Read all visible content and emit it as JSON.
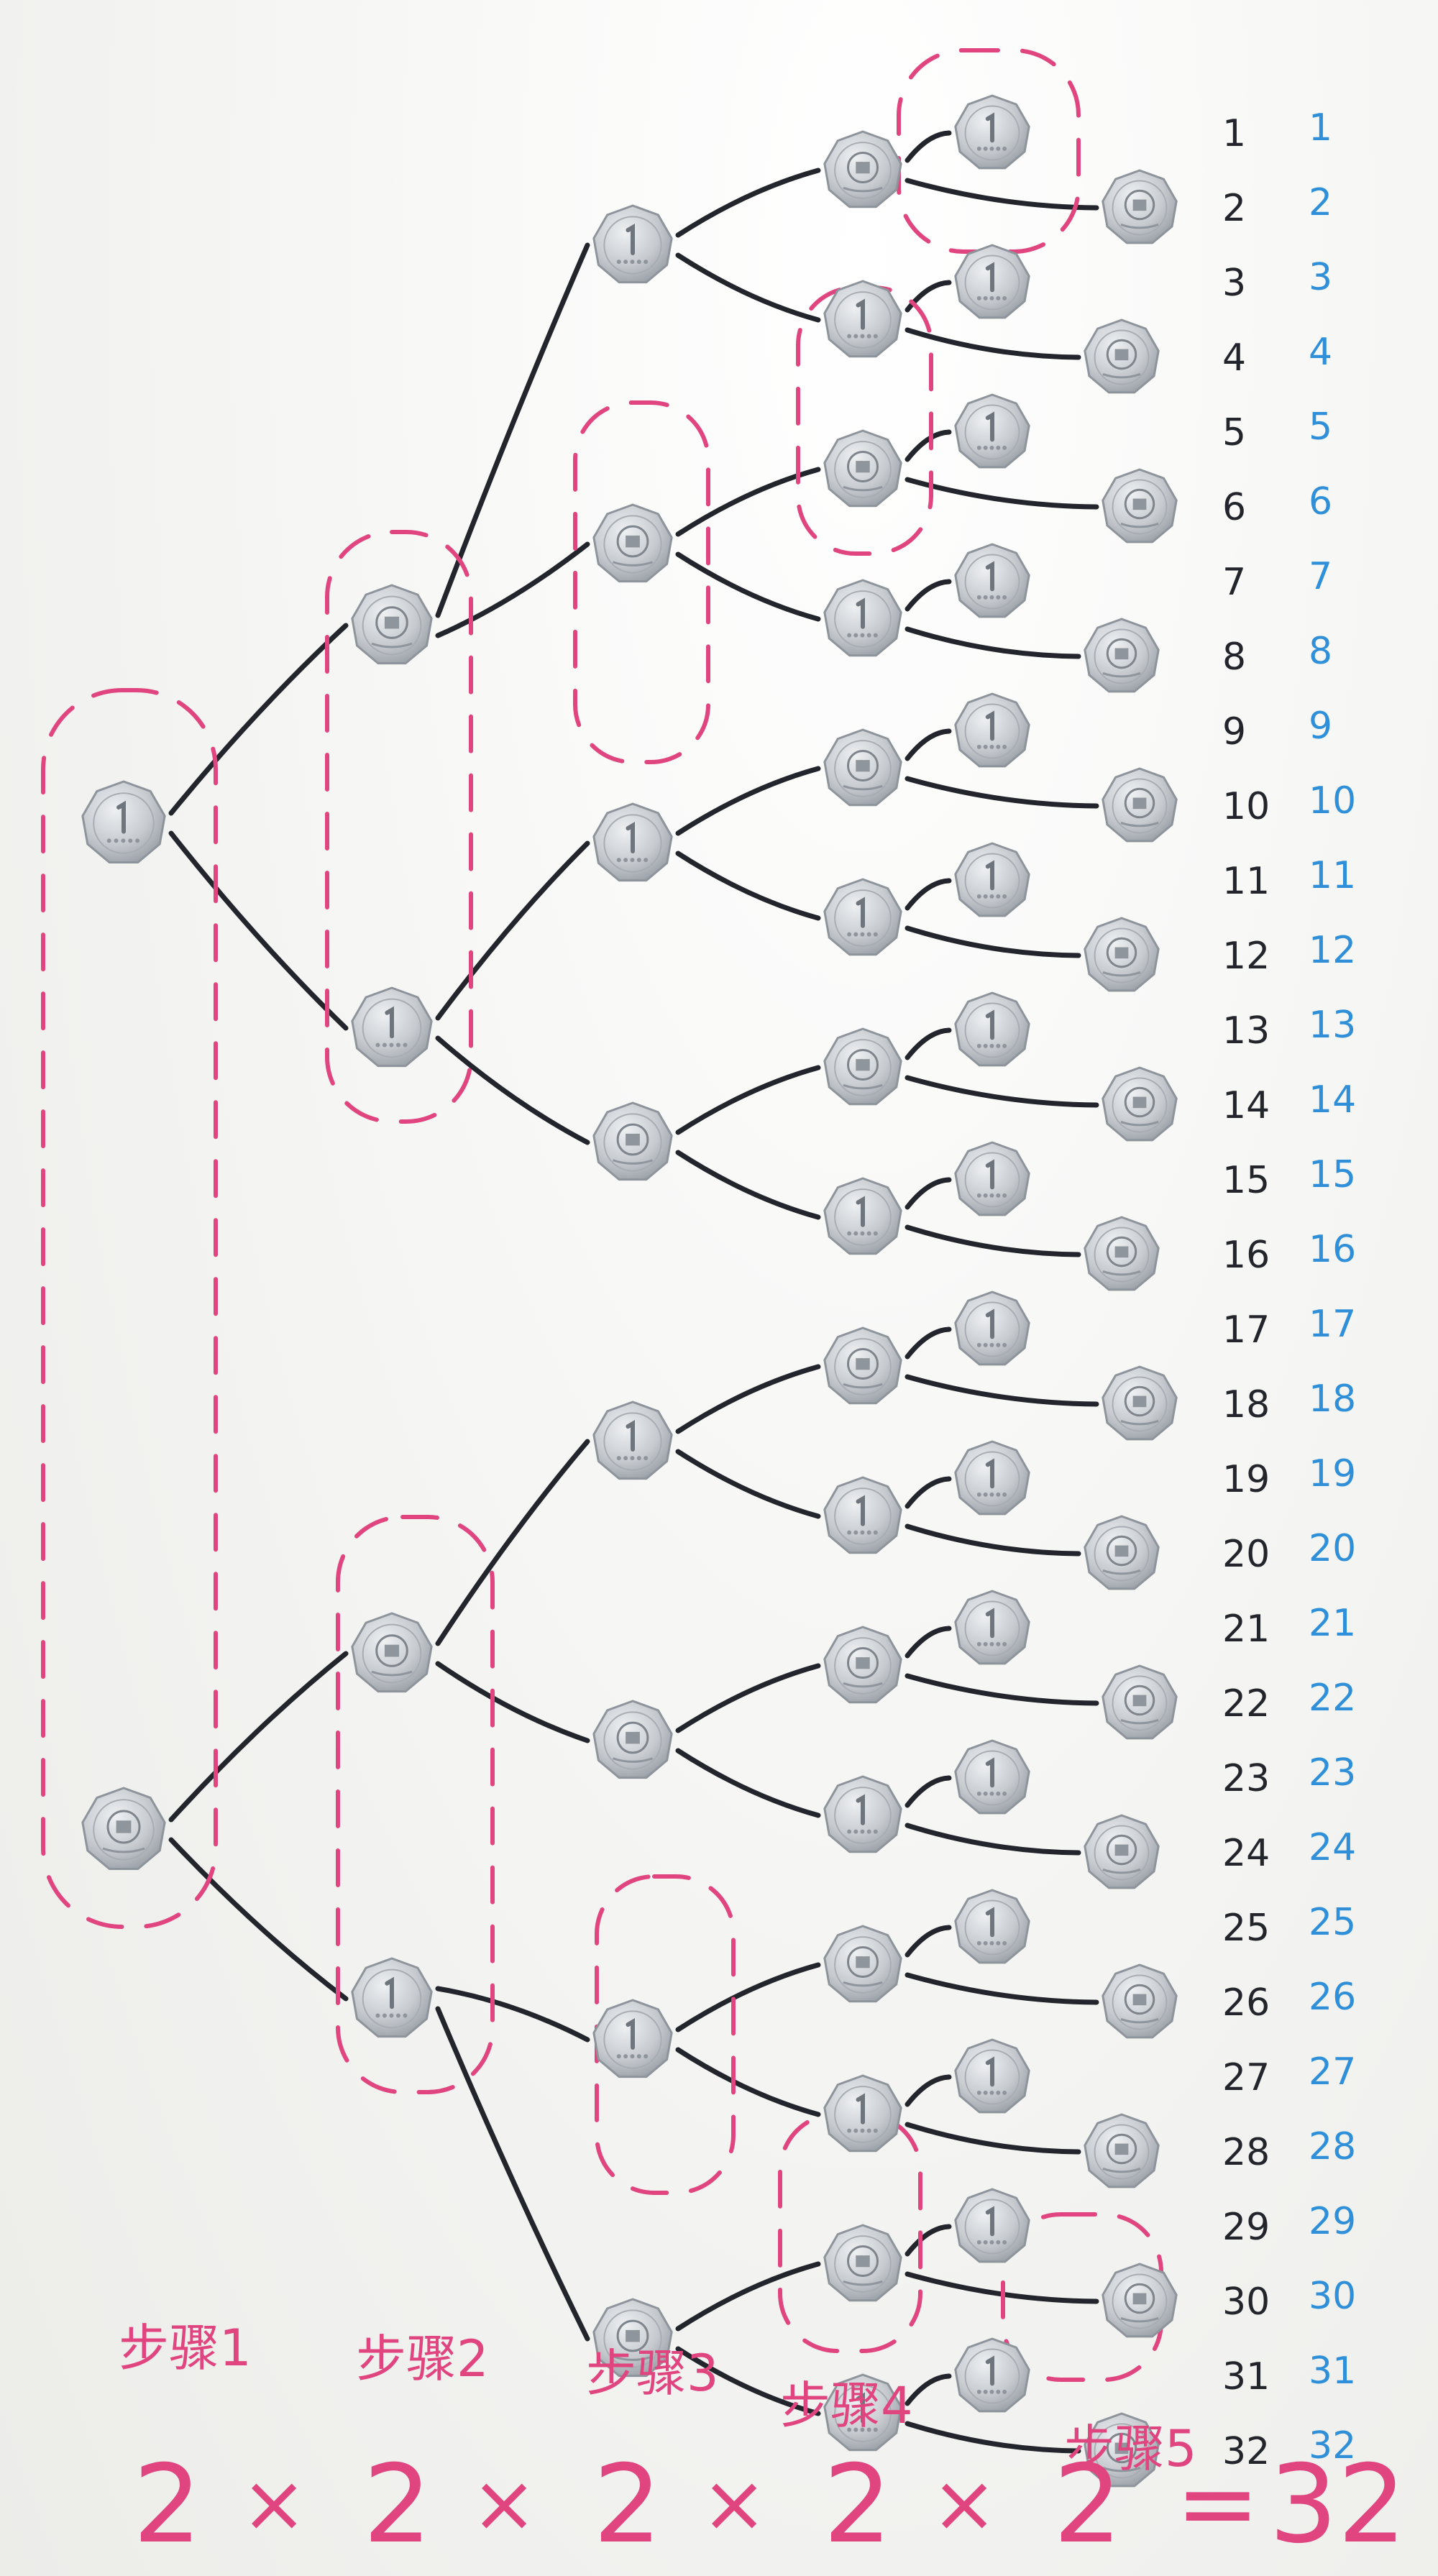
{
  "colors": {
    "board": "#f4f4f2",
    "marker_black": "#22252b",
    "marker_blue": "#2f8fd8",
    "marker_pink": "#e0457f",
    "coin_face": "#c9ccd0",
    "coin_rim": "#8e949b"
  },
  "coin_side_icons": {
    "heads": "national-emblem-icon",
    "tails": "numeral-one-icon"
  },
  "tree": {
    "coin_levels": 5,
    "outcomes": 32,
    "steps": [
      {
        "label": "步骤1"
      },
      {
        "label": "步骤2"
      },
      {
        "label": "步骤3"
      },
      {
        "label": "步骤4"
      },
      {
        "label": "步骤5"
      }
    ],
    "black_numbers": [
      "1",
      "2",
      "3",
      "4",
      "5",
      "6",
      "7",
      "8",
      "9",
      "10",
      "11",
      "12",
      "13",
      "14",
      "15",
      "16",
      "17",
      "18",
      "19",
      "20",
      "21",
      "22",
      "23",
      "24",
      "25",
      "26",
      "27",
      "28",
      "29",
      "30",
      "31",
      "32"
    ],
    "blue_numbers": [
      "1",
      "2",
      "3",
      "4",
      "5",
      "6",
      "7",
      "8",
      "9",
      "10",
      "11",
      "12",
      "13",
      "14",
      "15",
      "16",
      "17",
      "18",
      "19",
      "20",
      "21",
      "22",
      "23",
      "24",
      "25",
      "26",
      "27",
      "28",
      "29",
      "30",
      "31",
      "32"
    ]
  },
  "formula": {
    "factors": [
      "2",
      "2",
      "2",
      "2",
      "2"
    ],
    "times": "×",
    "equals": "=",
    "result": "32"
  }
}
